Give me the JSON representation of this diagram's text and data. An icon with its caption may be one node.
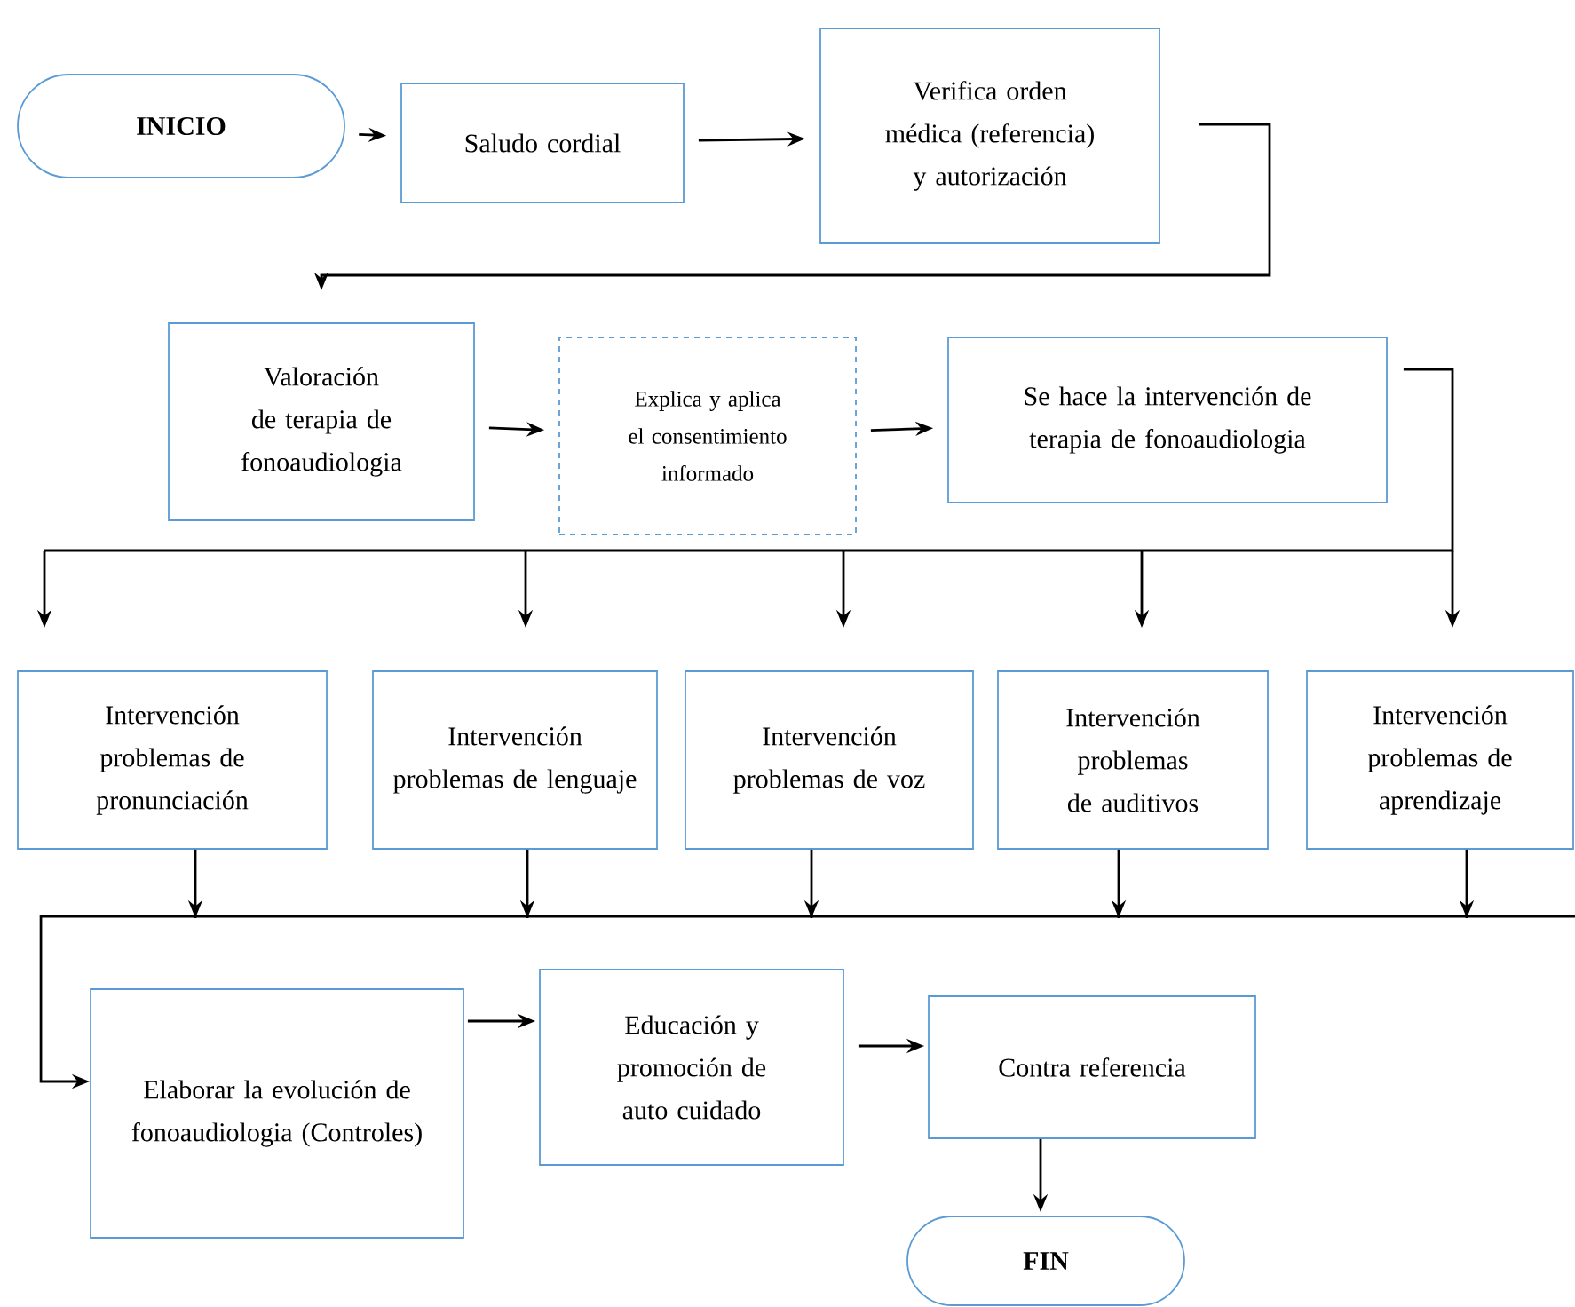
{
  "diagram": {
    "nodes": [
      {
        "text": [
          "INICIO"
        ]
      },
      {
        "text": [
          "Saludo cordial"
        ]
      },
      {
        "text": [
          "Verifica orden médica (referencia) y autorización"
        ]
      },
      {
        "text": [
          "Valoración de terapia de fonoaudiologia"
        ]
      },
      {
        "text": [
          "Explica y aplica el consentimiento informado"
        ]
      },
      {
        "text": [
          "Se hace la intervención de terapia de fonoaudiologia"
        ]
      },
      {
        "text": [
          "Intervención problemas de pronunciación"
        ]
      },
      {
        "text": [
          "Intervención problemas de lenguaje"
        ]
      },
      {
        "text": [
          "Intervención problemas de voz"
        ]
      },
      {
        "text": [
          "Intervención problemas de auditivos"
        ]
      },
      {
        "text": [
          "Intervención problemas de aprendizaje"
        ]
      },
      {
        "text": [
          "Elaborar la evolución de fonoaudiologia (Controles)"
        ]
      },
      {
        "text": [
          "Educación y promoción de auto cuidado"
        ]
      },
      {
        "text": [
          "Contra referencia"
        ]
      },
      {
        "text": [
          "FIN"
        ]
      }
    ],
    "edges": [
      {
        "from": 0,
        "to": 1,
        "arrow": "to"
      },
      {
        "from": 1,
        "to": 2,
        "arrow": "to"
      },
      {
        "from": 2,
        "to": 3,
        "arrow": "to"
      },
      {
        "from": 3,
        "to": 4,
        "arrow": "to"
      },
      {
        "from": 4,
        "to": 5,
        "arrow": "to"
      },
      {
        "from": 5,
        "to": 6,
        "arrow": "to"
      },
      {
        "from": 5,
        "to": 7,
        "arrow": "to"
      },
      {
        "from": 5,
        "to": 8,
        "arrow": "to"
      },
      {
        "from": 5,
        "to": 9,
        "arrow": "to"
      },
      {
        "from": 5,
        "to": 10,
        "arrow": "to"
      },
      {
        "from": 6,
        "to": 11,
        "arrow": "to"
      },
      {
        "from": 7,
        "to": 11,
        "arrow": "to"
      },
      {
        "from": 8,
        "to": 11,
        "arrow": "to"
      },
      {
        "from": 9,
        "to": 11,
        "arrow": "to"
      },
      {
        "from": 10,
        "to": 11,
        "arrow": "to"
      },
      {
        "from": 11,
        "to": 12,
        "arrow": "to"
      },
      {
        "from": 12,
        "to": 13,
        "arrow": "to"
      },
      {
        "from": 13,
        "to": 14,
        "arrow": "to"
      }
    ]
  }
}
